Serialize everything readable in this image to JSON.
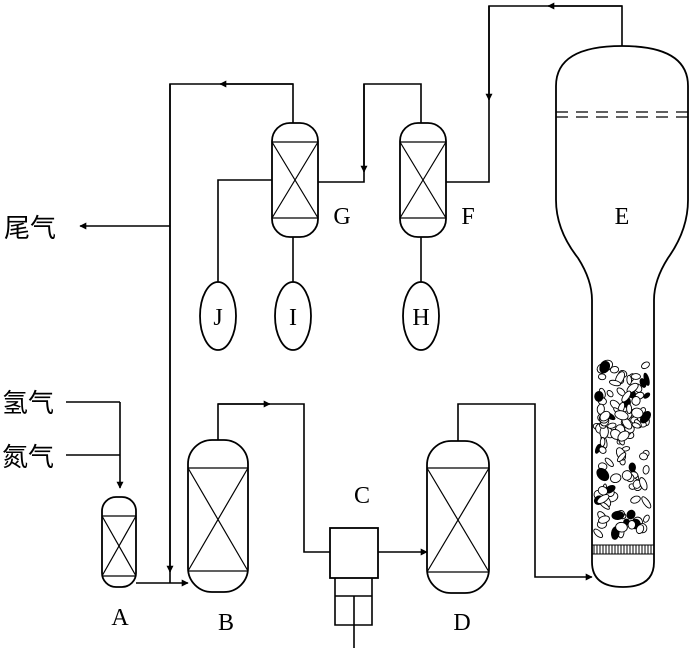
{
  "units": {
    "A": "A",
    "B": "B",
    "C": "C",
    "D": "D",
    "E": "E",
    "F": "F",
    "G": "G",
    "H": "H",
    "I": "I",
    "J": "J"
  },
  "streams": {
    "hydrogen": "氢气",
    "nitrogen": "氮气",
    "tail_gas": "尾气"
  }
}
